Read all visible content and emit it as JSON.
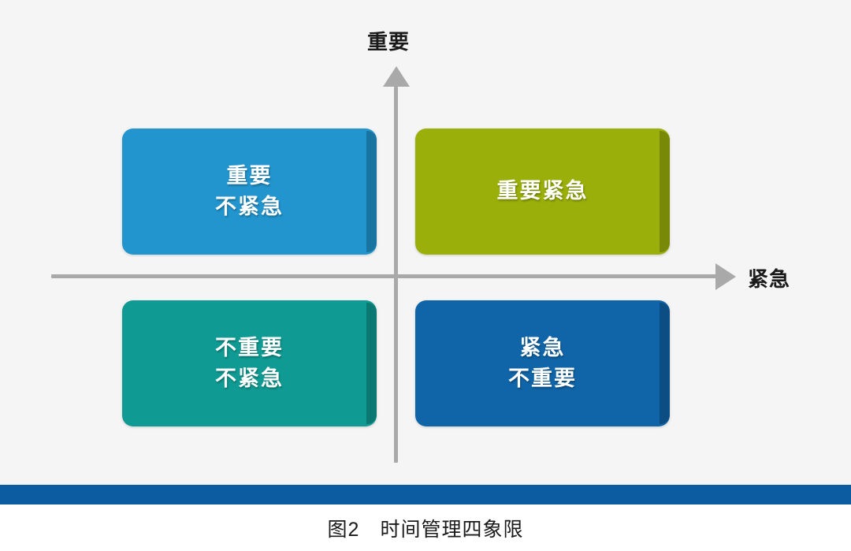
{
  "figure": {
    "background_color": "#f5f5f5",
    "caption": "图2　时间管理四象限",
    "divider_color": "#0b5ca0"
  },
  "axes": {
    "vertical": {
      "label": "重要",
      "meaning": "Important",
      "direction": "up",
      "color": "#a9a9a9"
    },
    "horizontal": {
      "label": "紧急",
      "meaning": "Urgent",
      "direction": "right",
      "color": "#a9a9a9"
    }
  },
  "quadrants": [
    {
      "id": "important-not-urgent",
      "position": "top-left",
      "lines": [
        "重要",
        "不紧急"
      ],
      "color": "#2295ce"
    },
    {
      "id": "important-urgent",
      "position": "top-right",
      "lines": [
        "重要紧急"
      ],
      "color": "#9aaf09"
    },
    {
      "id": "not-important-not-urgent",
      "position": "bottom-left",
      "lines": [
        "不重要",
        "不紧急"
      ],
      "color": "#0f9b93"
    },
    {
      "id": "urgent-not-important",
      "position": "bottom-right",
      "lines": [
        "紧急",
        "不重要"
      ],
      "color": "#1065a8"
    }
  ]
}
